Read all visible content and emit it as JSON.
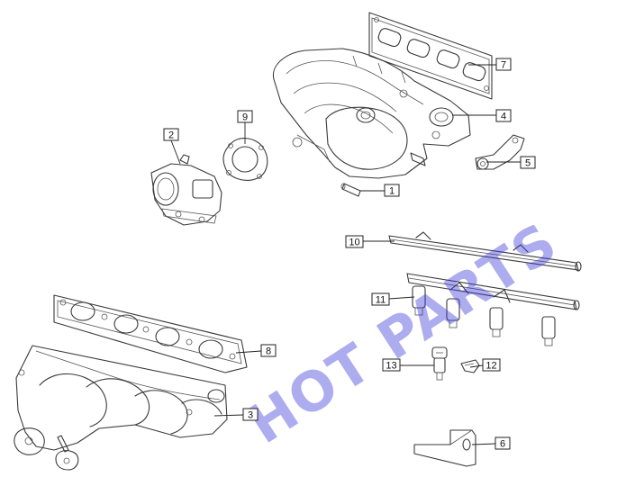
{
  "watermark": "HOT PARTS",
  "callouts": {
    "c1": "1",
    "c2": "2",
    "c3": "3",
    "c4": "4",
    "c5": "5",
    "c6": "6",
    "c7": "7",
    "c8": "8",
    "c9": "9",
    "c10": "10",
    "c11": "11",
    "c12": "12",
    "c13": "13"
  }
}
